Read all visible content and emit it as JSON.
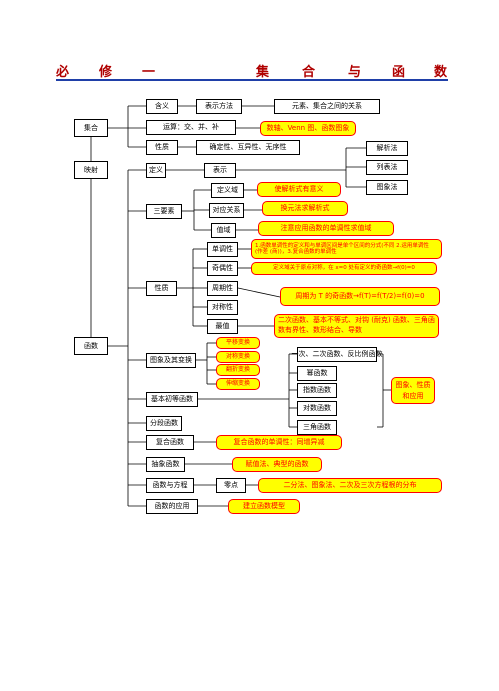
{
  "title": [
    "必",
    "修",
    "一",
    "集",
    "合",
    "与",
    "函",
    "数"
  ],
  "boxes": {
    "jihe": "集合",
    "hanshu": "函数",
    "yingshe": "映射",
    "hanyi": "含义",
    "yunsuan": "运算：交、并、补",
    "xingzhi": "性质",
    "biaoshi_fangfa": "表示方法",
    "yuansu": "元素、集合之间的关系",
    "queding": "确定性、互异性、无序性",
    "dingyi": "定义",
    "biaoshi": "表示",
    "jiexifa": "解析法",
    "liebiaofa": "列表法",
    "tuxiangfa": "图象法",
    "sanyaosu": "三要素",
    "dingyiyu": "定义域",
    "duiying": "对应关系",
    "zhiyu": "值域",
    "hs_xingzhi": "性质",
    "dandiao": "单调性",
    "qiou": "奇偶性",
    "zhouqi": "周期性",
    "duichen": "对称性",
    "zuizhi": "最值",
    "tuxiang_bianhuan": "图象及其变换",
    "jiben_chudeng": "基本初等函数",
    "fenduan": "分段函数",
    "fuhe": "复合函数",
    "chouxiang": "抽象函数",
    "fangcheng": "函数与方程",
    "lingdian": "零点",
    "yingyong": "函数的应用",
    "yici": "一次、二次函数、反比例函数",
    "mi": "幂函数",
    "zhishu": "指数函数",
    "duishu": "对数函数",
    "sanjiao": "三角函数"
  },
  "yellow": {
    "shuzhou": "数轴、Venn 图、函数图象",
    "qiujiexi": "使解析式有意义",
    "huanyuan": "换元法求解析式",
    "zhiyu_note": "注意应用函数的单调性求值域",
    "dandiao_note": "1.函数单调性的定义和与单调区间是单个区间的分式(不同 2.运用单调性 (作差 (商))，3.复合函数的单调性",
    "qiou_note": "定义域关于原点对称，在 x=0 处有定义的奇函数→f(0)=0",
    "zhouqi_note": "周期为 T 的奇函数→f(T)=f(T/2)=f(0)=0",
    "zuizhi_note": "二次函数、基本不等式、对钩 (耐克) 函数、三角函数有界性、数形结合、导数",
    "pingyi": "平移变换",
    "duichen_bh": "对称变换",
    "fanzhe": "翻折变换",
    "shensuo": "伸缩变换",
    "tuxiang_xingzhi": "图象、性质和应用",
    "fuhe_note": "复合函数的单调性：同增异减",
    "chouxiang_note": "赋值法、典型的函数",
    "lingdian_note": "二分法、图象法、二次及三次方程根的分布",
    "jianli": "建立函数模型"
  }
}
